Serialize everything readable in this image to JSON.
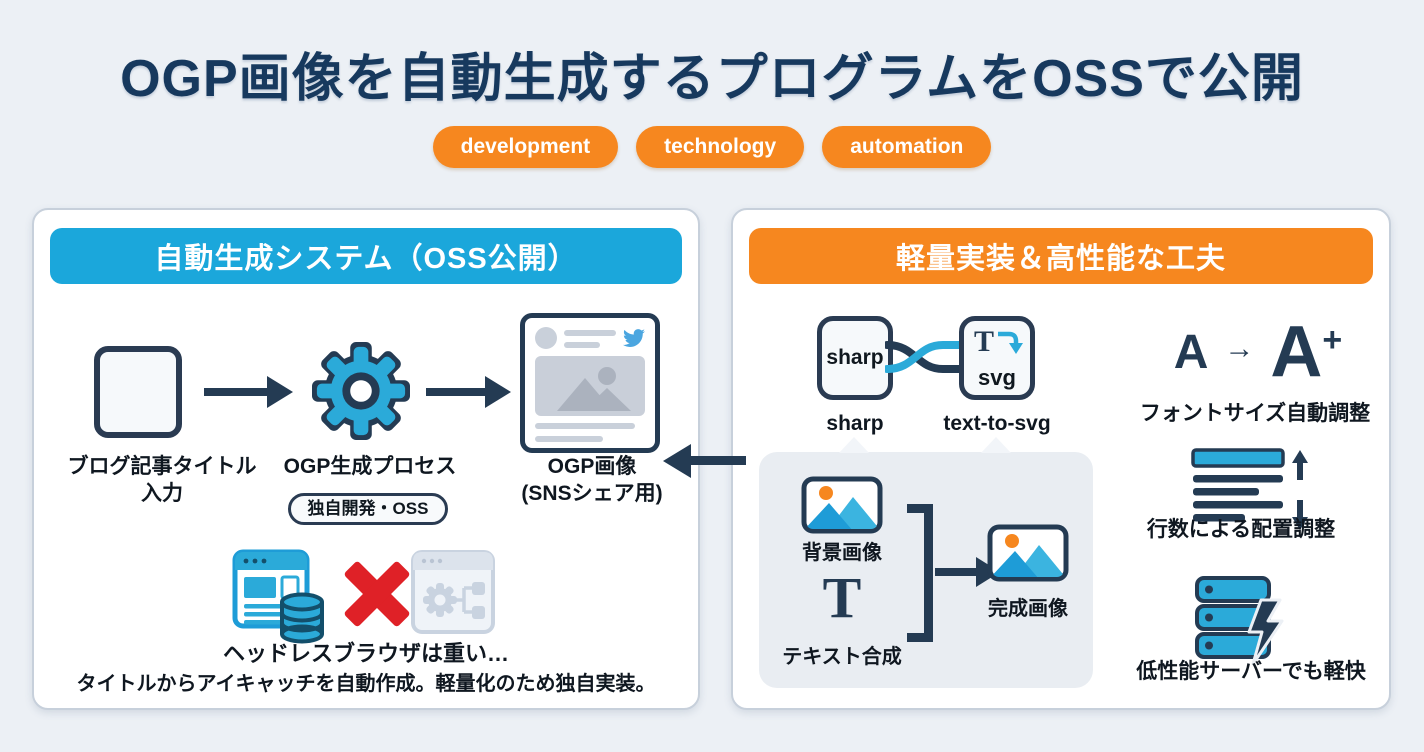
{
  "page": {
    "title": "OGP画像を自動生成するプログラムをOSSで公開",
    "tags": [
      "development",
      "technology",
      "automation"
    ]
  },
  "left": {
    "header": "自動生成システム（OSS公開）",
    "flow": {
      "input_label1": "ブログ記事タイトル",
      "input_label2": "入力",
      "process_label": "OGP生成プロセス",
      "badge": "独自開発・OSS",
      "output_label1": "OGP画像",
      "output_label2": "(SNSシェア用)"
    },
    "note1": "ヘッドレスブラウザは重い…",
    "note2": "タイトルからアイキャッチを自動作成。軽量化のため独自実装。"
  },
  "right": {
    "header": "軽量実装＆高性能な工夫",
    "lib1": "sharp",
    "lib1_label": "sharp",
    "lib2_t": "T",
    "lib2_svg": "svg",
    "lib2_label": "text-to-svg",
    "font": {
      "a_small": "A",
      "arrow": "→",
      "a_big": "A",
      "plus": "+",
      "label": "フォントサイズ自動調整"
    },
    "compose": {
      "bg_label": "背景画像",
      "t_glyph": "T",
      "text_label": "テキスト合成",
      "result_label": "完成画像"
    },
    "lines_label": "行数による配置調整",
    "server_label": "低性能サーバーでも軽快"
  },
  "colors": {
    "title_navy": "#17395E",
    "accent_blue": "#1BA7DB",
    "accent_orange": "#F6871F",
    "icon_navy": "#243B53",
    "icon_blue": "#2BAAD9",
    "error_red": "#DF2127",
    "page_bg": "#ECF0F5"
  }
}
